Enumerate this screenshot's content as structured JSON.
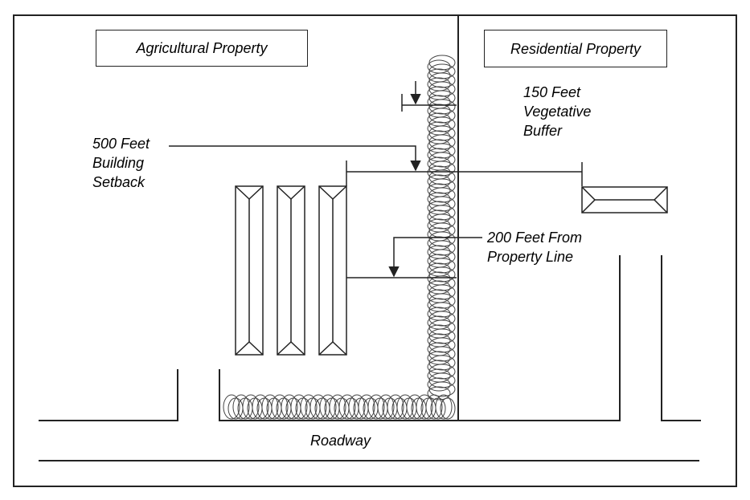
{
  "labels": {
    "agricultural": "Agricultural Property",
    "residential": "Residential Property",
    "vegetative_buffer": "150 Feet\nVegetative\nBuffer",
    "building_setback": "500 Feet\nBuilding\nSetback",
    "property_line": "200 Feet From\nProperty Line",
    "roadway": "Roadway"
  },
  "colors": {
    "line": "#222222",
    "background": "#ffffff"
  }
}
